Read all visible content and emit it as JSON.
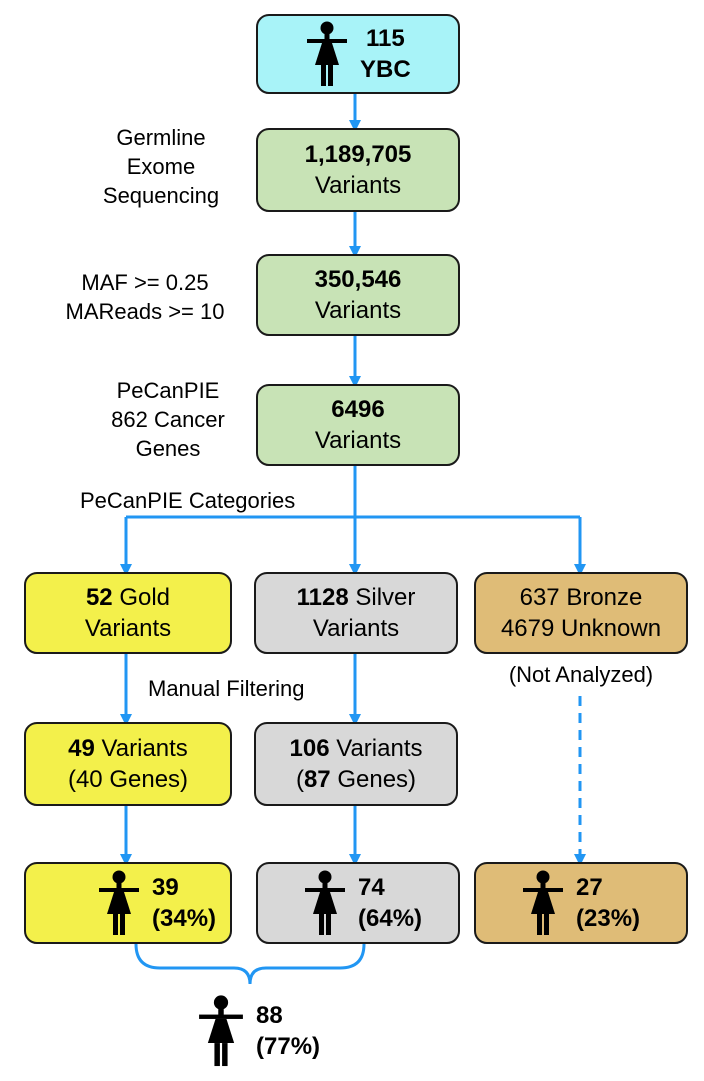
{
  "colors": {
    "arrow": "#2196f3",
    "box_border": "#1a1a1a",
    "ybc_fill": "#a8f3f8",
    "variants_fill": "#c8e3b6",
    "gold_fill": "#f3f04b",
    "silver_fill": "#d8d8d8",
    "bronze_fill": "#dfbc77"
  },
  "top": {
    "count": "115",
    "label": "YBC",
    "icon": "person-icon"
  },
  "steps": [
    {
      "side_label": [
        "Germline",
        "Exome",
        "Sequencing"
      ],
      "count": "1,189,705",
      "unit": "Variants"
    },
    {
      "side_label": [
        "MAF >= 0.25",
        "MAReads >= 10"
      ],
      "count": "350,546",
      "unit": "Variants"
    },
    {
      "side_label": [
        "PeCanPIE",
        "862 Cancer",
        "Genes"
      ],
      "count": "6496",
      "unit": "Variants"
    }
  ],
  "categories_label": "PeCanPIE Categories",
  "categories": {
    "gold": {
      "count": "52",
      "name": "Gold",
      "unit": "Variants"
    },
    "silver": {
      "count": "1128",
      "name": "Silver",
      "unit": "Variants"
    },
    "bronze": {
      "line1": "637 Bronze",
      "line2": "4679 Unknown"
    }
  },
  "not_analyzed": "(Not Analyzed)",
  "manual_filtering": "Manual Filtering",
  "filtered": {
    "gold": {
      "variants": "49",
      "variants_unit": "Variants",
      "genes_line": "(40 Genes)"
    },
    "silver": {
      "variants": "106",
      "variants_unit": "Variants",
      "genes_open": "(",
      "genes": "87",
      "genes_close": " Genes)"
    }
  },
  "patients": {
    "gold": {
      "count": "39",
      "pct": "(34%)"
    },
    "silver": {
      "count": "74",
      "pct": "(64%)"
    },
    "bronze": {
      "count": "27",
      "pct": "(23%)"
    },
    "total": {
      "count": "88",
      "pct": "(77%)"
    }
  }
}
